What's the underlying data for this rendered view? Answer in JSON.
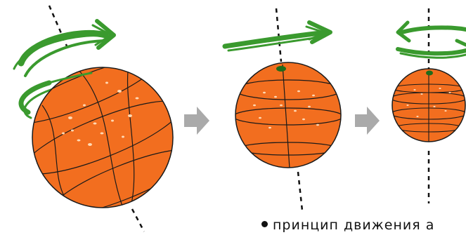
{
  "caption": {
    "text": "принцип движения а"
  },
  "colors": {
    "orange": "#f26e1f",
    "orange_edge": "#1a1a1a",
    "arrow_gray": "#aaaaaa",
    "swirl_green": "#3a9a2e",
    "stem_green": "#1f6b1a",
    "highlight": "#ffd9b3"
  },
  "stages": [
    "large orange",
    "medium orange",
    "small orange"
  ]
}
